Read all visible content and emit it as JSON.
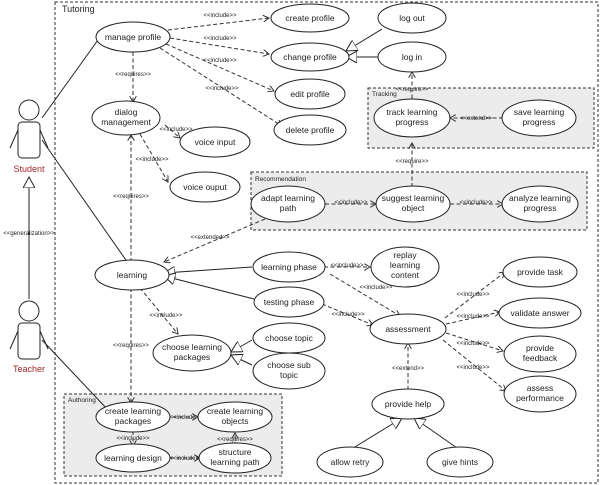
{
  "system": {
    "title": "Tutoring"
  },
  "packages": {
    "tracking": "Tracking",
    "recommendation": "Recommendation",
    "authoring": "Authoring"
  },
  "actors": {
    "student": "Student",
    "teacher": "Teacher"
  },
  "relations": {
    "include": "<<include>>",
    "requires": "<<requires>>",
    "extend": "<<extend>>",
    "require": "<<require>>",
    "extended": "<<extended>>",
    "generalization": "<<generalization>>"
  },
  "use_cases": {
    "manage_profile": "manage profile",
    "create_profile": "create profile",
    "change_profile": "change profile",
    "log_out": "log out",
    "log_in": "log in",
    "edit_profile": "edit profile",
    "delete_profile": "delete profile",
    "dialog_management_1": "dialog",
    "dialog_management_2": "management",
    "voice_input": "voice input",
    "voice_ouput": "voice ouput",
    "track_learning_progress_1": "track learning",
    "track_learning_progress_2": "progress",
    "save_learning_progress_1": "save learning",
    "save_learning_progress_2": "progress",
    "adapt_learning_path_1": "adapt learning",
    "adapt_learning_path_2": "path",
    "suggest_learning_object_1": "suggest learning",
    "suggest_learning_object_2": "object",
    "analyze_learning_progress_1": "analyze learning",
    "analyze_learning_progress_2": "progress",
    "learning": "learning",
    "learning_phase": "learning phase",
    "replay_learning_content_1": "replay",
    "replay_learning_content_2": "learning",
    "replay_learning_content_3": "content",
    "testing_phase": "testing phase",
    "provide_task": "provide task",
    "validate_answer": "validate answer",
    "assessment": "assessment",
    "provide_feedback_1": "provide",
    "provide_feedback_2": "feedback",
    "assess_performance_1": "assess",
    "assess_performance_2": "performance",
    "choose_learning_packages_1": "choose learning",
    "choose_learning_packages_2": "packages",
    "choose_topic": "choose topic",
    "choose_sub_topic_1": "choose sub",
    "choose_sub_topic_2": "topic",
    "create_learning_packages_1": "create learning",
    "create_learning_packages_2": "packages",
    "create_learning_objects_1": "create learning",
    "create_learning_objects_2": "objects",
    "learning_design": "learning design",
    "structure_learning_path_1": "structure",
    "structure_learning_path_2": "learning path",
    "provide_help": "provide help",
    "allow_retry": "allow retry",
    "give_hints": "give hints"
  }
}
